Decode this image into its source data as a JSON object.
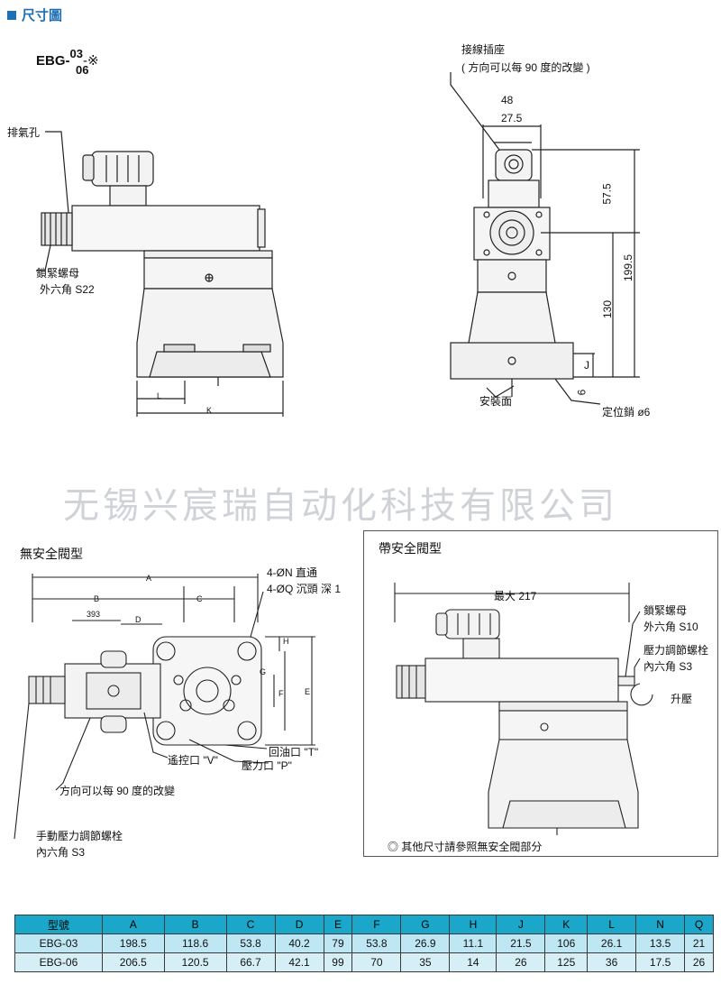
{
  "header": {
    "title": "尺寸圖"
  },
  "model": {
    "prefix": "EBG-",
    "code_top": "03",
    "code_bottom": "06",
    "suffix": "-※"
  },
  "top_left": {
    "vent_label": "排氣孔",
    "locknut_label_1": "鎖緊螺母",
    "locknut_label_2": "外六角 S22",
    "dim_L": "L",
    "dim_K": "K"
  },
  "top_right": {
    "connector_label_1": "接線插座",
    "connector_label_2": "( 方向可以每 90 度的改變 )",
    "dim_48": "48",
    "dim_27_5": "27.5",
    "dim_57_5": "57.5",
    "dim_199_5": "199.5",
    "dim_130": "130",
    "dim_J": "J",
    "dim_6": "6",
    "mount_face_label": "安裝面",
    "locating_pin_label": "定位銷 ø6"
  },
  "watermark": "无锡兴宸瑞自动化科技有限公司",
  "bottom_left": {
    "title": "無安全閥型",
    "dim_A": "A",
    "dim_B": "B",
    "dim_C": "C",
    "dim_393": "393",
    "dim_D": "D",
    "dim_H": "H",
    "dim_G": "G",
    "dim_F": "F",
    "dim_E": "E",
    "hole_label_1": "4-ØN 直通",
    "hole_label_2": "4-ØQ 沉頭  深 1",
    "port_T": "回油口  \"T\"",
    "port_P": "壓力口  \"P\"",
    "port_V": "遙控口  \"V\"",
    "rotate_label": "方向可以每 90 度的改變",
    "manual_label_1": "手動壓力調節螺栓",
    "manual_label_2": "內六角  S3"
  },
  "bottom_right": {
    "title": "帶安全閥型",
    "dim_max": "最大 217",
    "locknut_label_1": "鎖緊螺母",
    "locknut_label_2": "外六角  S10",
    "adjust_label_1": "壓力調節螺栓",
    "adjust_label_2": "內六角  S3",
    "raise_label": "升壓",
    "note": "◎ 其他尺寸請參照無安全閥部分"
  },
  "table": {
    "headers": [
      "型號",
      "A",
      "B",
      "C",
      "D",
      "E",
      "F",
      "G",
      "H",
      "J",
      "K",
      "L",
      "N",
      "Q"
    ],
    "rows": [
      [
        "EBG-03",
        "198.5",
        "118.6",
        "53.8",
        "40.2",
        "79",
        "53.8",
        "26.9",
        "11.1",
        "21.5",
        "106",
        "26.1",
        "13.5",
        "21"
      ],
      [
        "EBG-06",
        "206.5",
        "120.5",
        "66.7",
        "42.1",
        "99",
        "70",
        "35",
        "14",
        "26",
        "125",
        "36",
        "17.5",
        "26"
      ]
    ]
  },
  "colors": {
    "accent": "#1f6fb5",
    "table_header": "#1aa7c9",
    "table_row": "#bfe6f3",
    "line": "#222222",
    "body_fill": "#f3f3f3"
  }
}
